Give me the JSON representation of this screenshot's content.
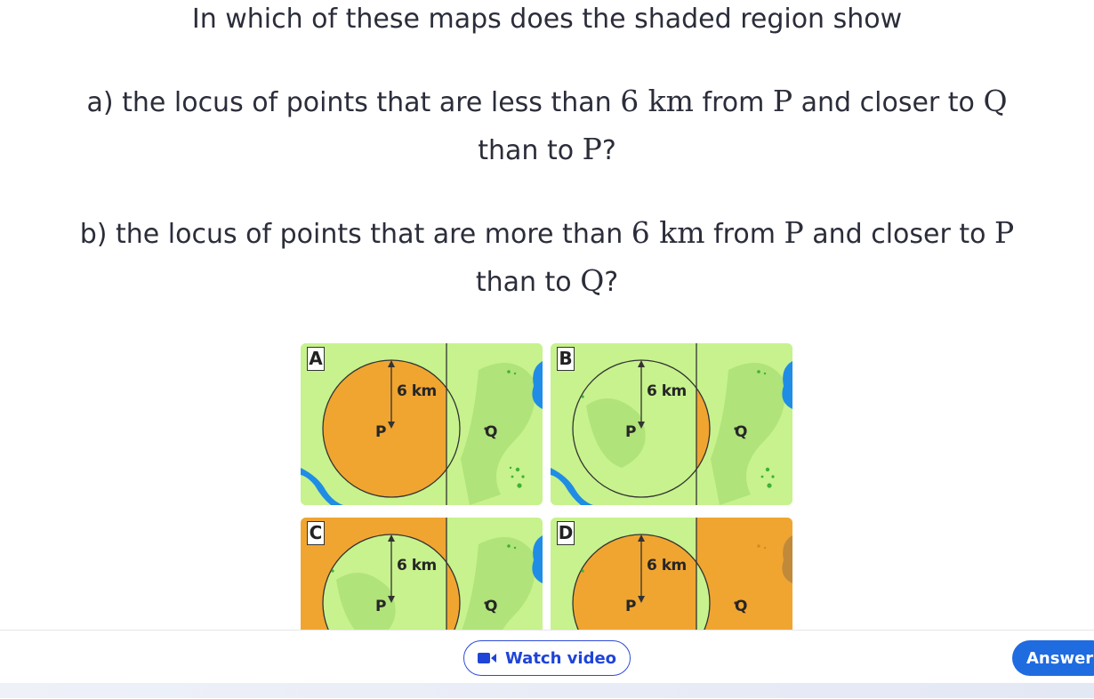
{
  "question": {
    "line1": "In which of these maps does the shaded region show",
    "part_a": {
      "prefix": "a) the locus of points that are less than",
      "distance": "6 km",
      "mid1": "from",
      "point1": "P",
      "mid2": "and closer to",
      "point2": "Q",
      "mid3": "than to",
      "point3": "P",
      "suffix": "?"
    },
    "part_b": {
      "prefix": "b) the locus of points that are more than",
      "distance": "6 km",
      "mid1": "from",
      "point1": "P",
      "mid2": "and closer to",
      "point2": "P",
      "mid3": "than to",
      "point3": "Q",
      "suffix": "?"
    }
  },
  "maps": [
    {
      "letter": "A",
      "radius_label": "6 km",
      "p_label": "P",
      "q_label": "Q"
    },
    {
      "letter": "B",
      "radius_label": "6 km",
      "p_label": "P",
      "q_label": "Q"
    },
    {
      "letter": "C",
      "radius_label": "6 km",
      "p_label": "P",
      "q_label": "Q"
    },
    {
      "letter": "D",
      "radius_label": "6 km",
      "p_label": "P",
      "q_label": "Q"
    }
  ],
  "buttons": {
    "watch_video": "Watch video",
    "answer": "Answer"
  },
  "colors": {
    "shade": "#f0a531",
    "land": "#c7f28d",
    "land_dark": "#b0e37a",
    "water": "#1f8de5",
    "primary": "#1f6be0"
  },
  "icons": {
    "watch_video": "video-camera-icon"
  }
}
